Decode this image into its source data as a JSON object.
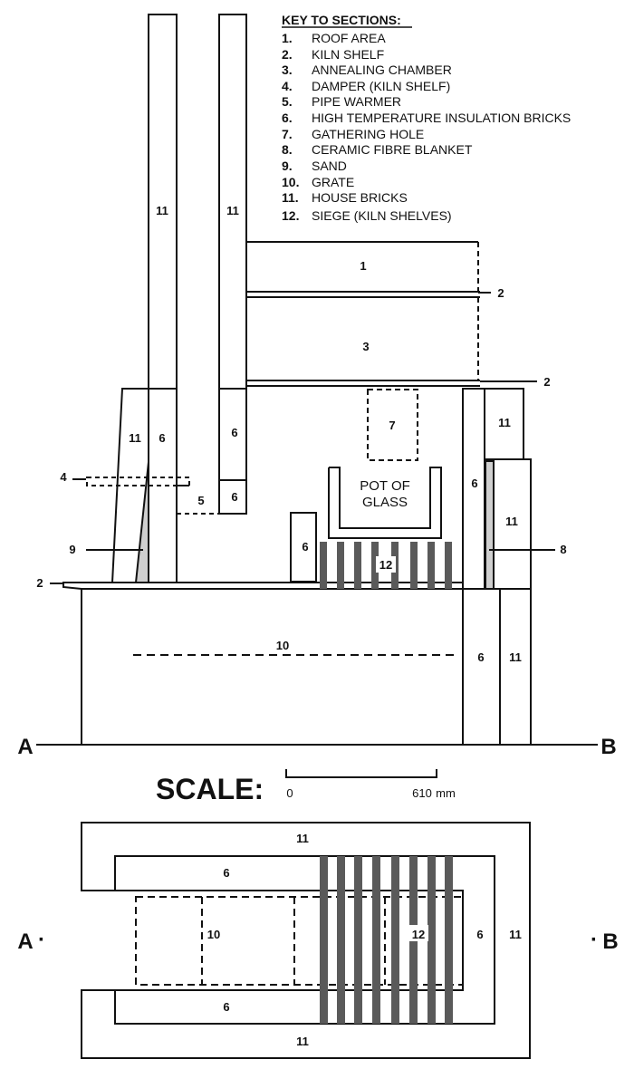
{
  "key": {
    "title": "KEY TO SECTIONS:",
    "items": [
      {
        "num": "1.",
        "label": "ROOF AREA"
      },
      {
        "num": "2.",
        "label": "KILN SHELF"
      },
      {
        "num": "3.",
        "label": "ANNEALING CHAMBER"
      },
      {
        "num": "4.",
        "label": "DAMPER (KILN SHELF)"
      },
      {
        "num": "5.",
        "label": "PIPE WARMER"
      },
      {
        "num": "6.",
        "label": "HIGH TEMPERATURE INSULATION BRICKS"
      },
      {
        "num": "7.",
        "label": "GATHERING HOLE"
      },
      {
        "num": "8.",
        "label": "CERAMIC FIBRE BLANKET"
      },
      {
        "num": "9.",
        "label": "SAND"
      },
      {
        "num": "10.",
        "label": "GRATE"
      },
      {
        "num": "11.",
        "label": "HOUSE BRICKS"
      },
      {
        "num": "12.",
        "label": "SIEGE (KILN SHELVES)"
      }
    ]
  },
  "elevation": {
    "n11": "11",
    "n1": "1",
    "n2": "2",
    "n3": "3",
    "n4": "4",
    "n5": "5",
    "n6": "6",
    "n7": "7",
    "n8": "8",
    "n9": "9",
    "n10": "10",
    "n12": "12",
    "pot_line1": "POT OF",
    "pot_line2": "GLASS",
    "section_a": "A",
    "section_b": "B"
  },
  "scale": {
    "title": "SCALE:",
    "start": "0",
    "end": "610",
    "unit": "mm"
  },
  "plan": {
    "n11": "11",
    "n6": "6",
    "n10": "10",
    "n12": "12",
    "section_a": "A",
    "section_b": "B",
    "dot": "·"
  },
  "colors": {
    "line": "#111111",
    "siege_bar": "#5a5a5a",
    "fill_grey": "#cfcfcf"
  }
}
